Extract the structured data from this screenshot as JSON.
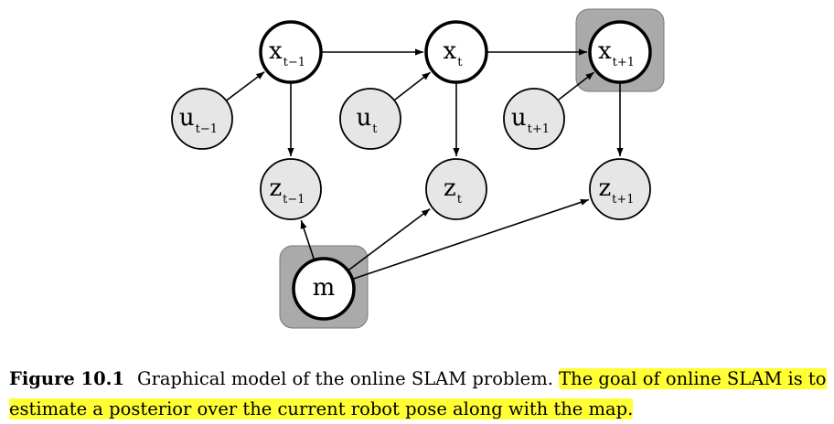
{
  "diagram": {
    "nodes": [
      {
        "id": "x_prev",
        "base": "x",
        "sub": "t−1",
        "fill": "#ffffff",
        "thick": true
      },
      {
        "id": "x_t",
        "base": "x",
        "sub": "t",
        "fill": "#ffffff",
        "thick": true
      },
      {
        "id": "x_next",
        "base": "x",
        "sub": "t+1",
        "fill": "#ffffff",
        "thick": true,
        "highlighted": true
      },
      {
        "id": "u_prev",
        "base": "u",
        "sub": "t−1",
        "fill": "#e6e6e6",
        "thick": false
      },
      {
        "id": "u_t",
        "base": "u",
        "sub": "t",
        "fill": "#e6e6e6",
        "thick": false
      },
      {
        "id": "u_next",
        "base": "u",
        "sub": "t+1",
        "fill": "#e6e6e6",
        "thick": false
      },
      {
        "id": "z_prev",
        "base": "z",
        "sub": "t−1",
        "fill": "#e6e6e6",
        "thick": false
      },
      {
        "id": "z_t",
        "base": "z",
        "sub": "t",
        "fill": "#e6e6e6",
        "thick": false
      },
      {
        "id": "z_next",
        "base": "z",
        "sub": "t+1",
        "fill": "#e6e6e6",
        "thick": false
      },
      {
        "id": "m",
        "base": "m",
        "sub": "",
        "fill": "#ffffff",
        "thick": true,
        "highlighted": true
      }
    ],
    "edges": [
      [
        "x_prev",
        "x_t"
      ],
      [
        "x_t",
        "x_next"
      ],
      [
        "u_prev",
        "x_prev"
      ],
      [
        "u_t",
        "x_t"
      ],
      [
        "u_next",
        "x_next"
      ],
      [
        "x_prev",
        "z_prev"
      ],
      [
        "x_t",
        "z_t"
      ],
      [
        "x_next",
        "z_next"
      ],
      [
        "m",
        "z_prev"
      ],
      [
        "m",
        "z_t"
      ],
      [
        "m",
        "z_next"
      ]
    ],
    "highlight_box_color": "#aaaaaa"
  },
  "caption": {
    "label": "Figure 10.1",
    "text": "Graphical model of the online SLAM problem.",
    "highlighted_text": "The goal of online SLAM is to estimate a posterior over the current robot pose along with the map.",
    "highlight_color": "#ffff33"
  }
}
